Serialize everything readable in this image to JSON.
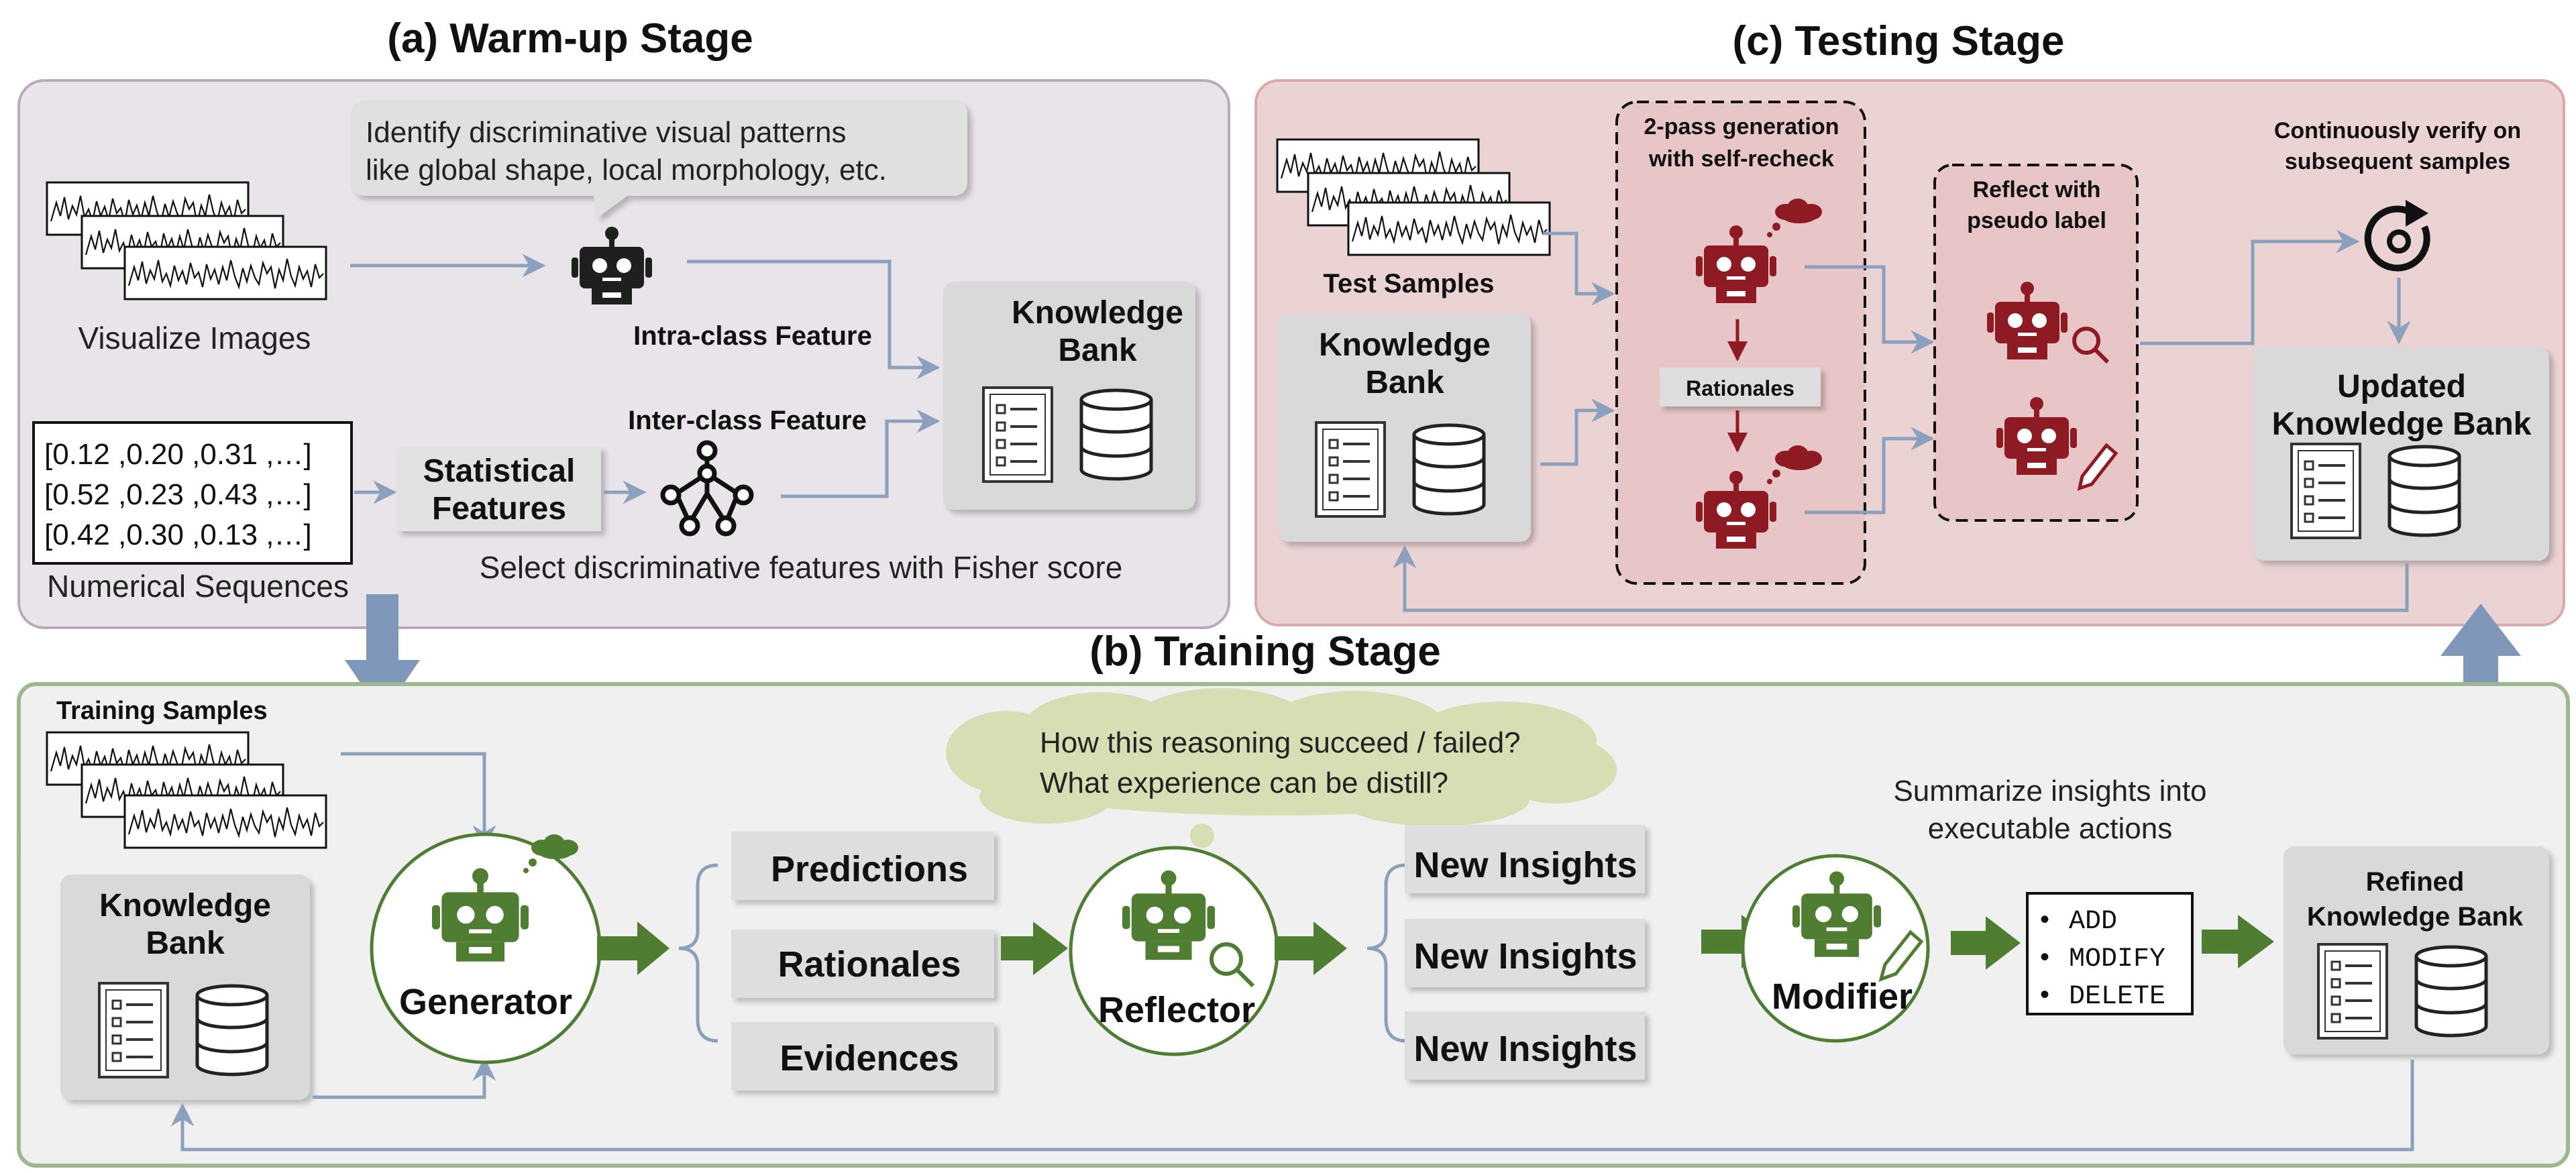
{
  "warmup": {
    "title": "(a)  Warm-up Stage",
    "speech_line1": "Identify discriminative visual patterns",
    "speech_line2": "like global shape, local morphology, etc.",
    "visualize_label": "Visualize Images",
    "intra_label": "Intra-class Feature",
    "inter_label": "Inter-class Feature",
    "seq_rows": [
      "[0.12 ,0.20 ,0.31 ,…]",
      "[0.52 ,0.23 ,0.43 ,…]",
      "[0.42 ,0.30 ,0.13 ,…]"
    ],
    "seq_label": "Numerical Sequences",
    "stat_line1": "Statistical",
    "stat_line2": "Features",
    "fisher_label": "Select discriminative features with Fisher score",
    "kb_line1": "Knowledge",
    "kb_line2": "Bank"
  },
  "testing": {
    "title": "(c)  Testing Stage",
    "test_samples_label": "Test Samples",
    "kb_line1": "Knowledge",
    "kb_line2": "Bank",
    "twopass_line1": "2-pass generation",
    "twopass_line2": "with self-recheck",
    "rationales_label": "Rationales",
    "reflect_line1": "Reflect with",
    "reflect_line2": "pseudo label",
    "verify_line1": "Continuously verify on",
    "verify_line2": "subsequent samples",
    "updated_line1": "Updated",
    "updated_line2": "Knowledge Bank"
  },
  "training": {
    "title": "(b)  Training Stage",
    "samples_label": "Training Samples",
    "kb_line1": "Knowledge",
    "kb_line2": "Bank",
    "generator_label": "Generator",
    "outputs": [
      "Predictions",
      "Rationales",
      "Evidences"
    ],
    "cloud_line1": "How this reasoning succeed / failed?",
    "cloud_line2": "What experience can be distill?",
    "reflector_label": "Reflector",
    "insights": [
      "New Insights",
      "New Insights",
      "New Insights"
    ],
    "summarize_line1": "Summarize insights into",
    "summarize_line2": "executable actions",
    "modifier_label": "Modifier",
    "actions": [
      "• ADD",
      "• MODIFY",
      "• DELETE"
    ],
    "refined_line1": "Refined",
    "refined_line2": "Knowledge Bank"
  },
  "colors": {
    "warmup_panel": "#e9e3ea",
    "testing_panel": "#ebd3d4",
    "training_panel": "#f0f0f0",
    "training_border": "#9bb88f",
    "robot_dark": "#1f1f1f",
    "robot_red": "#8e1b24",
    "robot_green": "#4f7d32",
    "arrow_blue": "#8ba0bc",
    "green_arrow": "#4f7d32"
  }
}
